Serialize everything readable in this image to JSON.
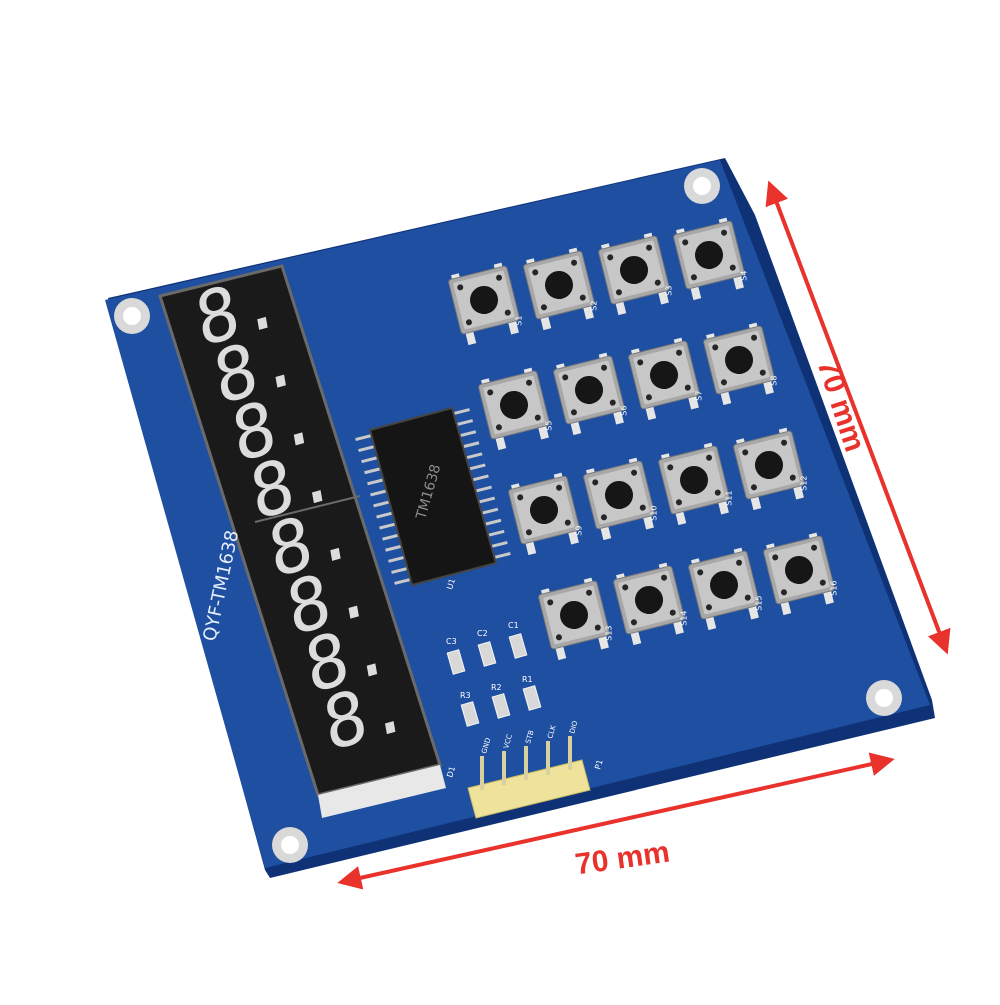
{
  "product": {
    "board_label": "QYF-TM1638",
    "chip_label": "TM1638",
    "chip_ref": "U1",
    "display_ref": "D1",
    "connector_ref": "P1",
    "cap_labels": [
      "C3",
      "C2",
      "C1"
    ],
    "resistor_labels": [
      "R3",
      "R2",
      "R1"
    ],
    "header_pin_labels": [
      "GND",
      "VCC",
      "STB",
      "CLK",
      "DIO"
    ],
    "digit_count": 8,
    "switch_labels": [
      [
        "S1",
        "S5",
        "S9",
        "S13"
      ],
      [
        "S2",
        "S6",
        "S10",
        "S14"
      ],
      [
        "S3",
        "S7",
        "S11",
        "S15"
      ],
      [
        "S4",
        "S8",
        "S12",
        "S16"
      ]
    ]
  },
  "dimensions": {
    "width_label": "70 mm",
    "height_label": "70 mm"
  },
  "colors": {
    "background": "#ffffff",
    "pcb": "#1f4fa0",
    "pcb_edge": "#0f3276",
    "dimension_arrow": "#e8322b",
    "display_face": "#1a1a1a",
    "segment_off": "#dcdcdc",
    "button_base": "#b9b9b9",
    "header_pins": "#f3e8a0"
  }
}
